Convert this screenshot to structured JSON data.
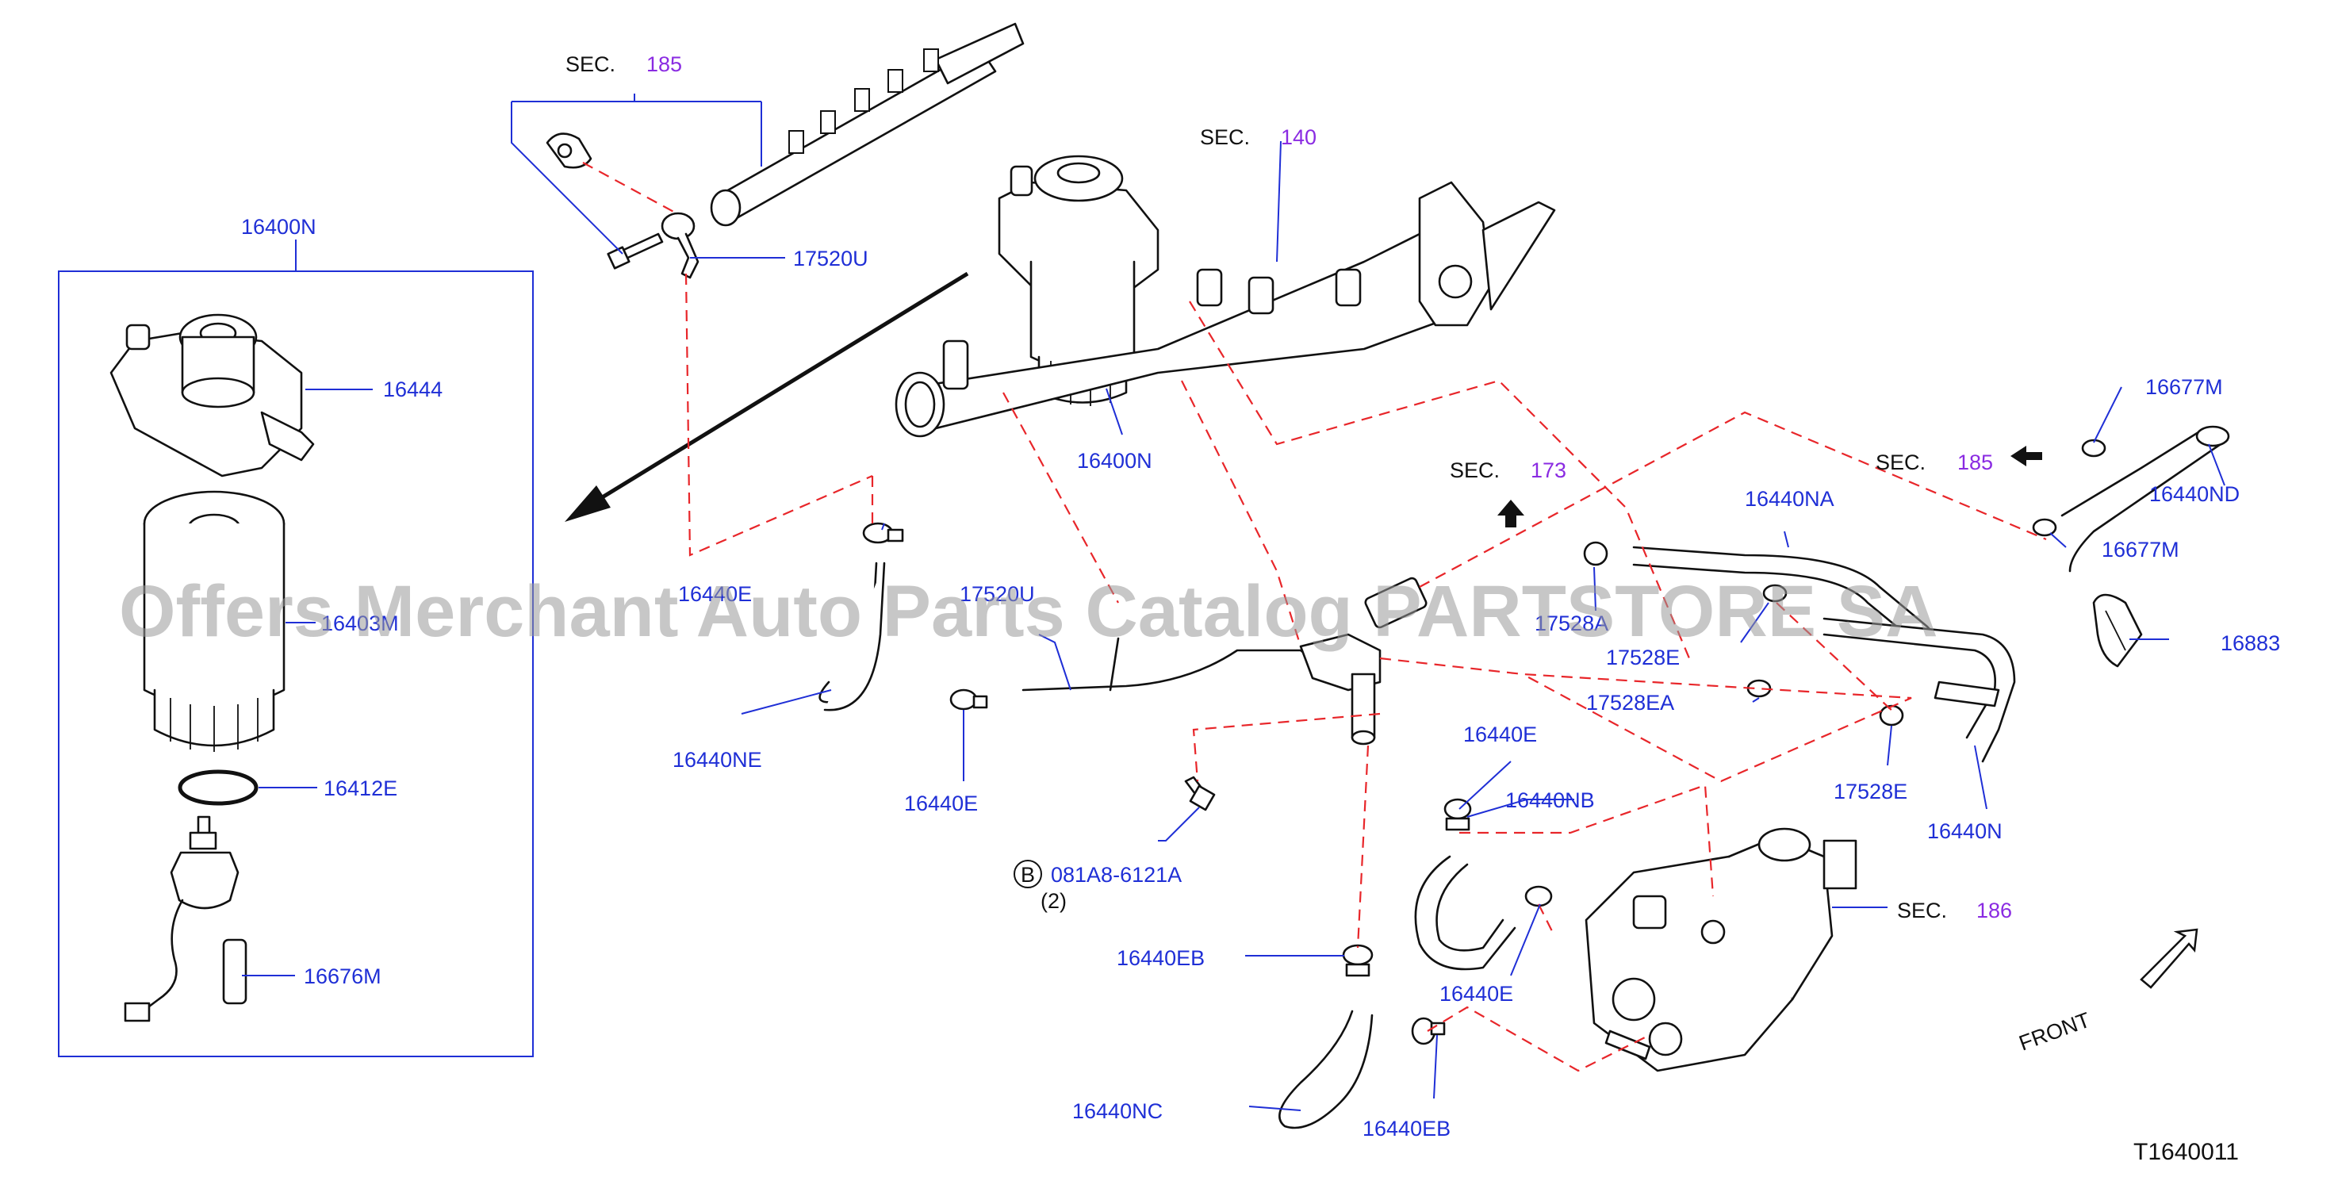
{
  "labels": {
    "sec185_top": "SEC.",
    "sec185_top_num": "185",
    "sec140": "SEC.",
    "sec140_num": "140",
    "sec173": "SEC.",
    "sec173_num": "173",
    "sec185_right": "SEC.",
    "sec185_right_num": "185",
    "sec186": "SEC.",
    "sec186_num": "186",
    "p16400N_box": "16400N",
    "p16444": "16444",
    "p16403M": "16403M",
    "p16412E": "16412E",
    "p16676M": "16676M",
    "p17520U_top": "17520U",
    "p16400N_mid": "16400N",
    "p16440E_left": "16440E",
    "p17520U_mid": "17520U",
    "p16440NE": "16440NE",
    "p16440E_mid": "16440E",
    "bolt_code": "081A8-6121A",
    "bolt_qty": "(2)",
    "bolt_marker": "B",
    "p16440NA": "16440NA",
    "p17528A": "17528A",
    "p17528E_top": "17528E",
    "p17528EA": "17528EA",
    "p17528E_right": "17528E",
    "p16440N": "16440N",
    "p16677M_top": "16677M",
    "p16440ND": "16440ND",
    "p16677M_bottom": "16677M",
    "p16883": "16883",
    "p16440E_right": "16440E",
    "p16440NB": "16440NB",
    "p16440E_bottom": "16440E",
    "p16440EB_left": "16440EB",
    "p16440NC": "16440NC",
    "p16440EB_bottom": "16440EB",
    "front": "FRONT",
    "diagram_id": "T1640011"
  },
  "watermark": "Offers Merchant Auto Parts Catalog PARTSTORE SA",
  "colors": {
    "label_blue": "#1f2fd6",
    "section_purple": "#8a2be2",
    "dashed_red": "#e8262a",
    "line_black": "#111111"
  }
}
